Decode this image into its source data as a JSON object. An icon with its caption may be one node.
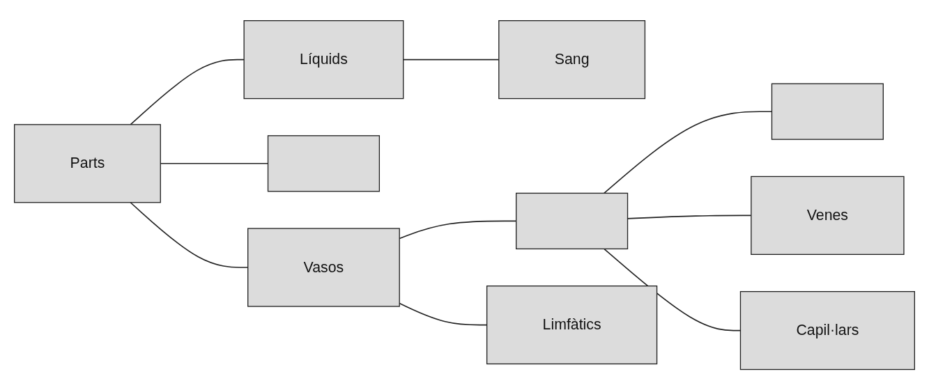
{
  "diagram": {
    "nodes": [
      {
        "text": [
          "Parts"
        ]
      },
      {
        "text": [
          "Líquids"
        ]
      },
      {
        "text": [],
        "shape": "box"
      },
      {
        "text": [
          "Vasos"
        ]
      },
      {
        "text": [
          "Sang"
        ]
      },
      {
        "text": [],
        "shape": "box"
      },
      {
        "text": [
          "Limfàtics"
        ]
      },
      {
        "text": [],
        "shape": "box"
      },
      {
        "text": [
          "Venes"
        ]
      },
      {
        "text": [
          "Capil·lars"
        ]
      }
    ],
    "edges": [
      {
        "from": 0,
        "to": 1,
        "arrow": "none"
      },
      {
        "from": 0,
        "to": 2,
        "arrow": "none"
      },
      {
        "from": 0,
        "to": 3,
        "arrow": "none"
      },
      {
        "from": 1,
        "to": 4,
        "arrow": "none"
      },
      {
        "from": 3,
        "to": 5,
        "arrow": "none"
      },
      {
        "from": 3,
        "to": 6,
        "arrow": "none"
      },
      {
        "from": 5,
        "to": 7,
        "arrow": "none"
      },
      {
        "from": 5,
        "to": 8,
        "arrow": "none"
      },
      {
        "from": 5,
        "to": 9,
        "arrow": "none"
      }
    ]
  }
}
